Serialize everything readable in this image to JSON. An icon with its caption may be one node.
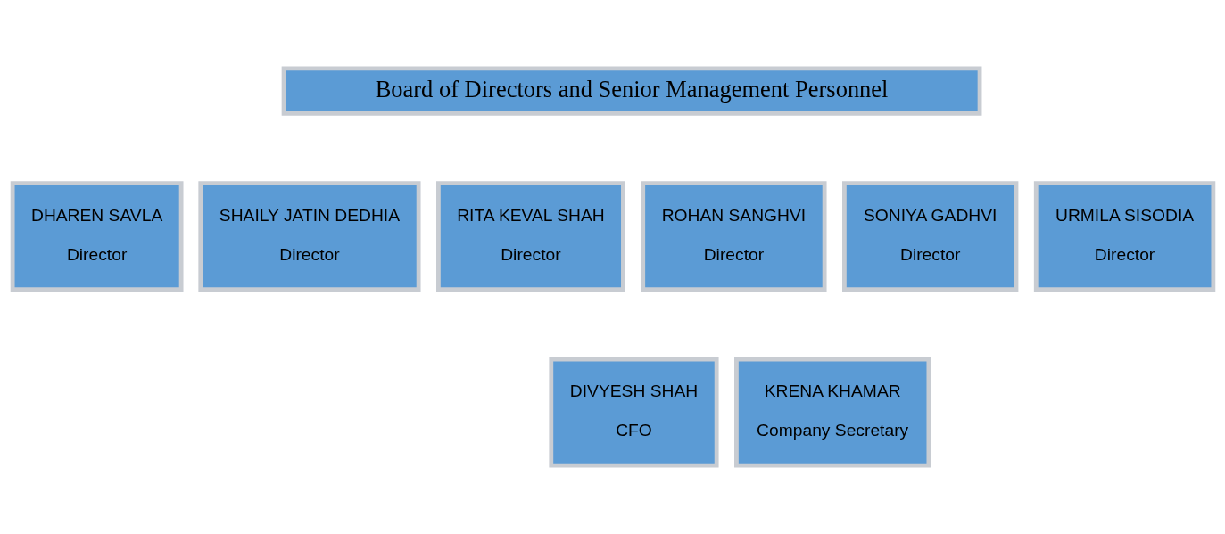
{
  "diagram": {
    "nodes": [
      {
        "text": [
          "Board of Directors and Senior Management Personnel"
        ]
      },
      {
        "text": [
          "DHAREN SAVLA",
          "Director"
        ]
      },
      {
        "text": [
          "SHAILY JATIN DEDHIA",
          "Director"
        ]
      },
      {
        "text": [
          "RITA KEVAL SHAH",
          "Director"
        ]
      },
      {
        "text": [
          "ROHAN SANGHVI",
          "Director"
        ]
      },
      {
        "text": [
          "SONIYA GADHVI",
          "Director"
        ]
      },
      {
        "text": [
          "URMILA SISODIA",
          "Director"
        ]
      },
      {
        "text": [
          "DIVYESH SHAH",
          "CFO"
        ]
      },
      {
        "text": [
          "KRENA KHAMAR",
          "Company Secretary"
        ]
      }
    ]
  }
}
